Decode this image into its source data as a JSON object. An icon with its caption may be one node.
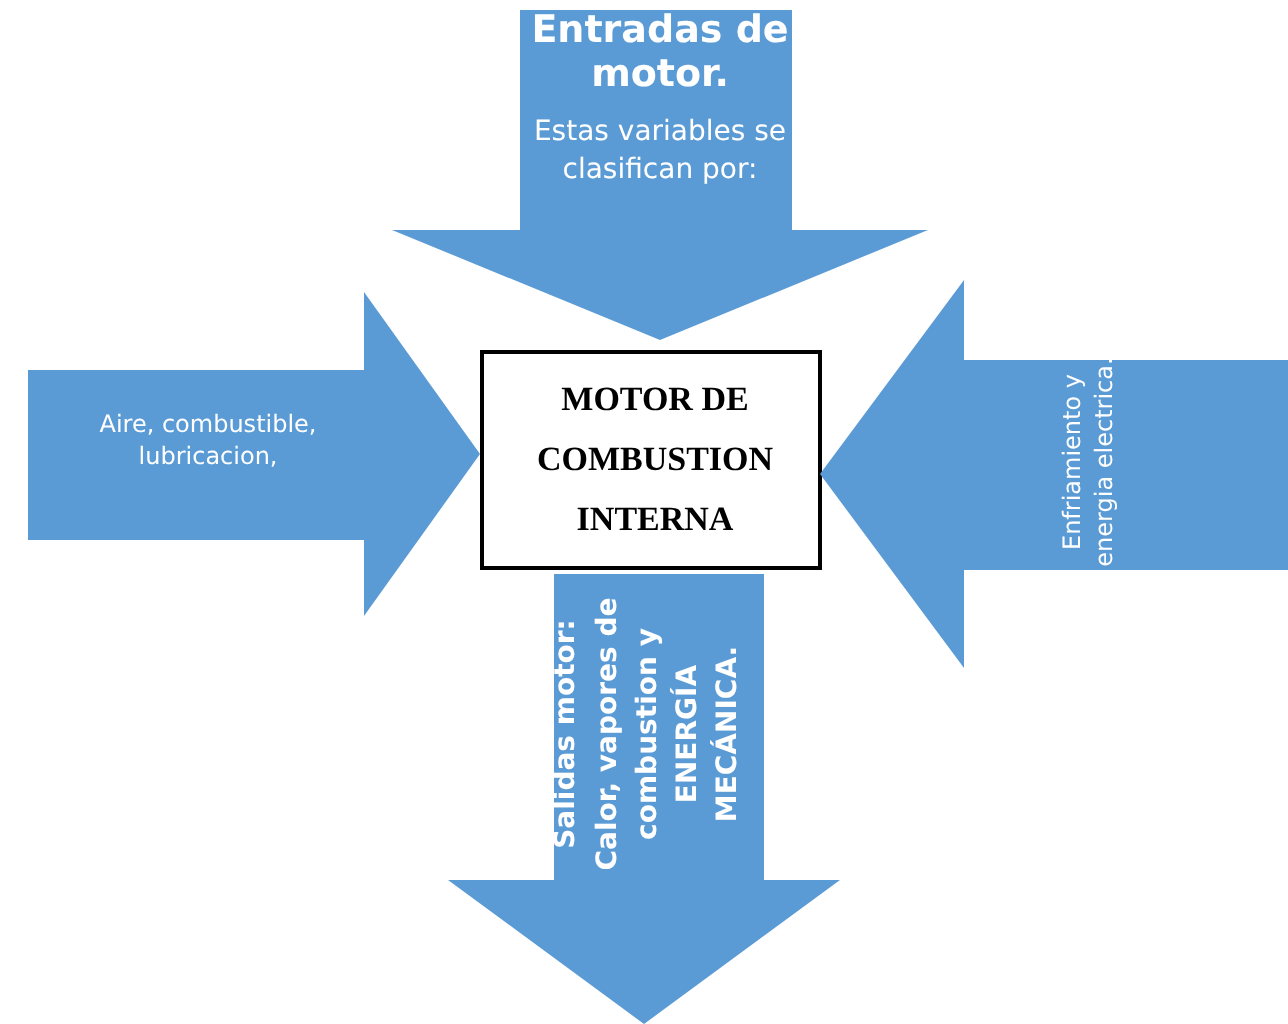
{
  "diagram": {
    "nodes": [
      {
        "text": [
          "Entradas de motor.",
          "Estas variables se clasifican por:"
        ]
      },
      {
        "text": [
          "Aire, combustible, lubricacion,"
        ]
      },
      {
        "text": [
          "MOTOR DE COMBUSTION INTERNA"
        ]
      },
      {
        "text": [
          "Enfriamiento y energia electrica."
        ]
      },
      {
        "text": [
          "Salidas motor: Calor, vapores de combustion y ENERGÍA MECÁNICA."
        ]
      }
    ]
  }
}
